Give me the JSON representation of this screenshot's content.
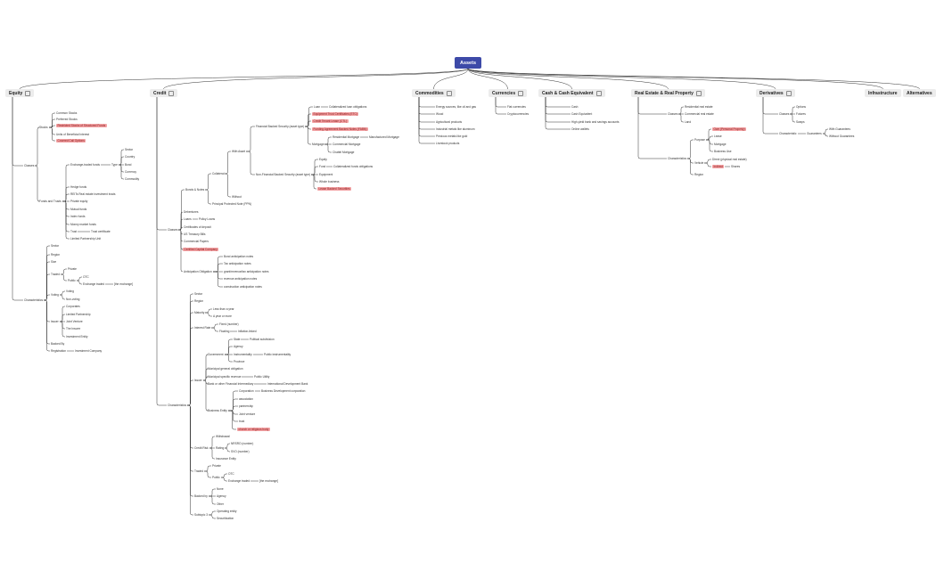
{
  "root": {
    "label": "Assets"
  },
  "categories": [
    {
      "id": "equity",
      "label": "Equity"
    },
    {
      "id": "credit",
      "label": "Credit"
    },
    {
      "id": "commodities",
      "label": "Commodities"
    },
    {
      "id": "currencies",
      "label": "Currencies"
    },
    {
      "id": "cash",
      "label": "Cash & Cash Equivalent"
    },
    {
      "id": "realestate",
      "label": "Real Estate & Real Property"
    },
    {
      "id": "derivatives",
      "label": "Derivatives"
    },
    {
      "id": "infrastructure",
      "label": "Infrastructure"
    },
    {
      "id": "alternatives",
      "label": "Alternatives"
    }
  ],
  "nodes": [
    {
      "id": "eq_classes",
      "text": "Classes"
    },
    {
      "id": "eq_stocks",
      "text": "Stocks"
    },
    {
      "id": "eq_s1",
      "text": "Common Stocks"
    },
    {
      "id": "eq_s2",
      "text": "Preferred Stocks"
    },
    {
      "id": "eq_s3",
      "text": "Restricted Stocks of Structured Funds",
      "hl": true
    },
    {
      "id": "eq_s4",
      "text": "Units of Beneficial Interest"
    },
    {
      "id": "eq_s5",
      "text": "Covered Call Options",
      "hl": true
    },
    {
      "id": "eq_funds",
      "text": "Funds and Trusts"
    },
    {
      "id": "eq_etf",
      "text": "Exchange-traded funds"
    },
    {
      "id": "eq_type",
      "text": "Type"
    },
    {
      "id": "eq_t1",
      "text": "Sector"
    },
    {
      "id": "eq_t2",
      "text": "Country"
    },
    {
      "id": "eq_t3",
      "text": "Bond"
    },
    {
      "id": "eq_t4",
      "text": "Currency"
    },
    {
      "id": "eq_t5",
      "text": "Commodity"
    },
    {
      "id": "eq_f1",
      "text": "Hedge funds"
    },
    {
      "id": "eq_f2",
      "text": "REITs Real estate investment trusts"
    },
    {
      "id": "eq_f3",
      "text": "Private equity"
    },
    {
      "id": "eq_f4",
      "text": "Mutual funds"
    },
    {
      "id": "eq_f5",
      "text": "Index funds"
    },
    {
      "id": "eq_f6",
      "text": "Money market funds"
    },
    {
      "id": "eq_f7",
      "text": "Trust"
    },
    {
      "id": "eq_f7a",
      "text": "Trust certificate"
    },
    {
      "id": "eq_f8",
      "text": "Limited Partnership Unit"
    },
    {
      "id": "eq_char",
      "text": "Characteristics"
    },
    {
      "id": "eq_c1",
      "text": "Sector"
    },
    {
      "id": "eq_c2",
      "text": "Region"
    },
    {
      "id": "eq_c3",
      "text": "Size"
    },
    {
      "id": "eq_c4",
      "text": "Traded"
    },
    {
      "id": "eq_c4a",
      "text": "Private"
    },
    {
      "id": "eq_c4b",
      "text": "Public"
    },
    {
      "id": "eq_c4b1",
      "text": "OTC"
    },
    {
      "id": "eq_c4b2",
      "text": "Exchange traded"
    },
    {
      "id": "eq_c4b2a",
      "text": "[the exchange]"
    },
    {
      "id": "eq_c5",
      "text": "Voting"
    },
    {
      "id": "eq_c5a",
      "text": "Voting"
    },
    {
      "id": "eq_c5b",
      "text": "Non-voting"
    },
    {
      "id": "eq_c6",
      "text": "Issuer"
    },
    {
      "id": "eq_c6a",
      "text": "Corporates"
    },
    {
      "id": "eq_c6b",
      "text": "Limited Partnership"
    },
    {
      "id": "eq_c6c",
      "text": "Joint Venture"
    },
    {
      "id": "eq_c6d",
      "text": "The Insurer"
    },
    {
      "id": "eq_c6e",
      "text": "Investment Entity"
    },
    {
      "id": "eq_c7",
      "text": "Backed By"
    },
    {
      "id": "eq_c8",
      "text": "Registration"
    },
    {
      "id": "eq_c8a",
      "text": "Investment Company"
    },
    {
      "id": "cr_classes",
      "text": "Classes"
    },
    {
      "id": "cr_bonds",
      "text": "Bonds & Notes"
    },
    {
      "id": "cr_coll",
      "text": "Collateral"
    },
    {
      "id": "cr_with",
      "text": "With Asset"
    },
    {
      "id": "cr_fin",
      "text": "Financial Backed Security (asset type)"
    },
    {
      "id": "cr_fin1",
      "text": "Loan"
    },
    {
      "id": "cr_fin1a",
      "text": "Collateralized loan obligations"
    },
    {
      "id": "cr_fin2",
      "text": "Equipment Trust Certificates (ETC)",
      "hl": true
    },
    {
      "id": "cr_fin3",
      "text": "Credit Tenant Lease (CTL)",
      "hl": true
    },
    {
      "id": "cr_fin4",
      "text": "Funding Agreement Backed Notes (FABN)",
      "hl": true
    },
    {
      "id": "cr_fin5",
      "text": "Mortgage"
    },
    {
      "id": "cr_fin5a",
      "text": "Residential Mortgage"
    },
    {
      "id": "cr_fin5a1",
      "text": "Manufactured Mortgage"
    },
    {
      "id": "cr_fin5b",
      "text": "Commercial Mortgage"
    },
    {
      "id": "cr_fin5c",
      "text": "Chattel Mortgage"
    },
    {
      "id": "cr_nonfin",
      "text": "Non-Financial Backed Security (asset type)"
    },
    {
      "id": "cr_nf1",
      "text": "Equity"
    },
    {
      "id": "cr_nf2",
      "text": "Fund"
    },
    {
      "id": "cr_nf2a",
      "text": "Collateralized funds obligations"
    },
    {
      "id": "cr_nf3",
      "text": "Equipment"
    },
    {
      "id": "cr_nf4",
      "text": "Whole business"
    },
    {
      "id": "cr_nf5",
      "text": "Lease Backed Securities",
      "hl": true
    },
    {
      "id": "cr_without",
      "text": "Without"
    },
    {
      "id": "cr_ppn",
      "text": "Principal Protected Note (PPN)"
    },
    {
      "id": "cr_deb",
      "text": "Debentures"
    },
    {
      "id": "cr_loans",
      "text": "Loans"
    },
    {
      "id": "cr_loans_a",
      "text": "Policy Loans"
    },
    {
      "id": "cr_cod",
      "text": "Certificates of deposit"
    },
    {
      "id": "cr_ust",
      "text": "US Treasury Bills"
    },
    {
      "id": "cr_cp",
      "text": "Commercial Papers"
    },
    {
      "id": "cr_ccc",
      "text": "Certified Capital Company",
      "hl": true
    },
    {
      "id": "cr_ant",
      "text": "Anticipation Obligation"
    },
    {
      "id": "cr_ant1",
      "text": "Bond anticipation notes"
    },
    {
      "id": "cr_ant2",
      "text": "Tax anticipation notes"
    },
    {
      "id": "cr_ant3",
      "text": "grant/revenue/tax anticipation notes"
    },
    {
      "id": "cr_ant4",
      "text": "revenue anticipation notes"
    },
    {
      "id": "cr_ant5",
      "text": "construction anticipation notes"
    },
    {
      "id": "cr_char",
      "text": "Characteristics"
    },
    {
      "id": "cr_sector",
      "text": "Sector"
    },
    {
      "id": "cr_region",
      "text": "Region"
    },
    {
      "id": "cr_mat",
      "text": "Maturity"
    },
    {
      "id": "cr_mat1",
      "text": "Less than a year"
    },
    {
      "id": "cr_mat2",
      "text": "A year or more"
    },
    {
      "id": "cr_ir",
      "text": "Interest Rate"
    },
    {
      "id": "cr_ir1",
      "text": "Fixed (number)"
    },
    {
      "id": "cr_ir2",
      "text": "Floating"
    },
    {
      "id": "cr_ir2a",
      "text": "Inflation-linked"
    },
    {
      "id": "cr_issuer",
      "text": "Issuer"
    },
    {
      "id": "cr_gov",
      "text": "Government"
    },
    {
      "id": "cr_gov1",
      "text": "State"
    },
    {
      "id": "cr_gov1a",
      "text": "Political subdivision"
    },
    {
      "id": "cr_gov2",
      "text": "Agency"
    },
    {
      "id": "cr_gov3",
      "text": "Instrumentality"
    },
    {
      "id": "cr_gov3a",
      "text": "Public instrumentality"
    },
    {
      "id": "cr_gov4",
      "text": "Province"
    },
    {
      "id": "cr_mgo",
      "text": "Municipal general obligation"
    },
    {
      "id": "cr_msr",
      "text": "Municipal specific revenue"
    },
    {
      "id": "cr_msr_a",
      "text": "Public Utility"
    },
    {
      "id": "cr_bank",
      "text": "Bank or other Financial Intermediary"
    },
    {
      "id": "cr_bank_a",
      "text": "International Development Bank"
    },
    {
      "id": "cr_be",
      "text": "Business Entity"
    },
    {
      "id": "cr_be1",
      "text": "Corporation"
    },
    {
      "id": "cr_be1a",
      "text": "Business Development corporation"
    },
    {
      "id": "cr_be2",
      "text": "association"
    },
    {
      "id": "cr_be3",
      "text": "partnership"
    },
    {
      "id": "cr_be4",
      "text": "Joint venture"
    },
    {
      "id": "cr_be5",
      "text": "trust"
    },
    {
      "id": "cr_be6",
      "text": "church or religious body",
      "hl": true
    },
    {
      "id": "cr_crisk",
      "text": "Credit Risk"
    },
    {
      "id": "cr_cr1",
      "text": "Withdrawal"
    },
    {
      "id": "cr_cr2",
      "text": "Rating"
    },
    {
      "id": "cr_cr2a",
      "text": "NRSRO (number)"
    },
    {
      "id": "cr_cr2b",
      "text": "SVO (number)"
    },
    {
      "id": "cr_cr3",
      "text": "Insurance Entity"
    },
    {
      "id": "cr_traded",
      "text": "Traded"
    },
    {
      "id": "cr_tr1",
      "text": "Private"
    },
    {
      "id": "cr_tr2",
      "text": "Public"
    },
    {
      "id": "cr_tr2a",
      "text": "OTC"
    },
    {
      "id": "cr_tr2b",
      "text": "Exchange traded"
    },
    {
      "id": "cr_tr2b1",
      "text": "[the exchange]"
    },
    {
      "id": "cr_backed",
      "text": "Backed by"
    },
    {
      "id": "cr_bk1",
      "text": "None"
    },
    {
      "id": "cr_bk2",
      "text": "Agency"
    },
    {
      "id": "cr_bk3",
      "text": "Other"
    },
    {
      "id": "cr_sub",
      "text": "Subtopic 3"
    },
    {
      "id": "cr_sub1",
      "text": "Operating entity"
    },
    {
      "id": "cr_sub2",
      "text": "Securitization"
    },
    {
      "id": "co1",
      "text": "Energy sources, like oil and gas"
    },
    {
      "id": "co2",
      "text": "Wood"
    },
    {
      "id": "co3",
      "text": "Agricultural products"
    },
    {
      "id": "co4",
      "text": "Industrial metals like aluminum"
    },
    {
      "id": "co5",
      "text": "Precious metals like gold"
    },
    {
      "id": "co6",
      "text": "Livestock products"
    },
    {
      "id": "cu1",
      "text": "Fiat currencies"
    },
    {
      "id": "cu2",
      "text": "Cryptocurrencies"
    },
    {
      "id": "ca1",
      "text": "Cash"
    },
    {
      "id": "ca2",
      "text": "Cash Equivalent"
    },
    {
      "id": "ca3",
      "text": "High-yield bank and savings accounts"
    },
    {
      "id": "ca4",
      "text": "Online wallets"
    },
    {
      "id": "re_classes",
      "text": "Classes"
    },
    {
      "id": "re_c1",
      "text": "Residential real estate"
    },
    {
      "id": "re_c2",
      "text": "Commercial real estate"
    },
    {
      "id": "re_c3",
      "text": "Land"
    },
    {
      "id": "re_char",
      "text": "Characteristics"
    },
    {
      "id": "re_purpose",
      "text": "Purpose"
    },
    {
      "id": "re_p1",
      "text": "Own (Personal Property)",
      "hl": true
    },
    {
      "id": "re_p2",
      "text": "Lease"
    },
    {
      "id": "re_p3",
      "text": "Mortgage"
    },
    {
      "id": "re_p4",
      "text": "Business Use"
    },
    {
      "id": "re_vehicle",
      "text": "Vehicle"
    },
    {
      "id": "re_v1",
      "text": "Direct (physical real estate)"
    },
    {
      "id": "re_v2",
      "text": "Indirect",
      "hl": true
    },
    {
      "id": "re_v2a",
      "text": "Shares"
    },
    {
      "id": "re_region",
      "text": "Region"
    },
    {
      "id": "de_classes",
      "text": "Classes"
    },
    {
      "id": "de_c1",
      "text": "Options"
    },
    {
      "id": "de_c2",
      "text": "Futures"
    },
    {
      "id": "de_c3",
      "text": "Swaps"
    },
    {
      "id": "de_char",
      "text": "Characteristic"
    },
    {
      "id": "de_guar",
      "text": "Guarantees"
    },
    {
      "id": "de_g1",
      "text": "With Guarantees"
    },
    {
      "id": "de_g2",
      "text": "Without Guarantees"
    }
  ]
}
